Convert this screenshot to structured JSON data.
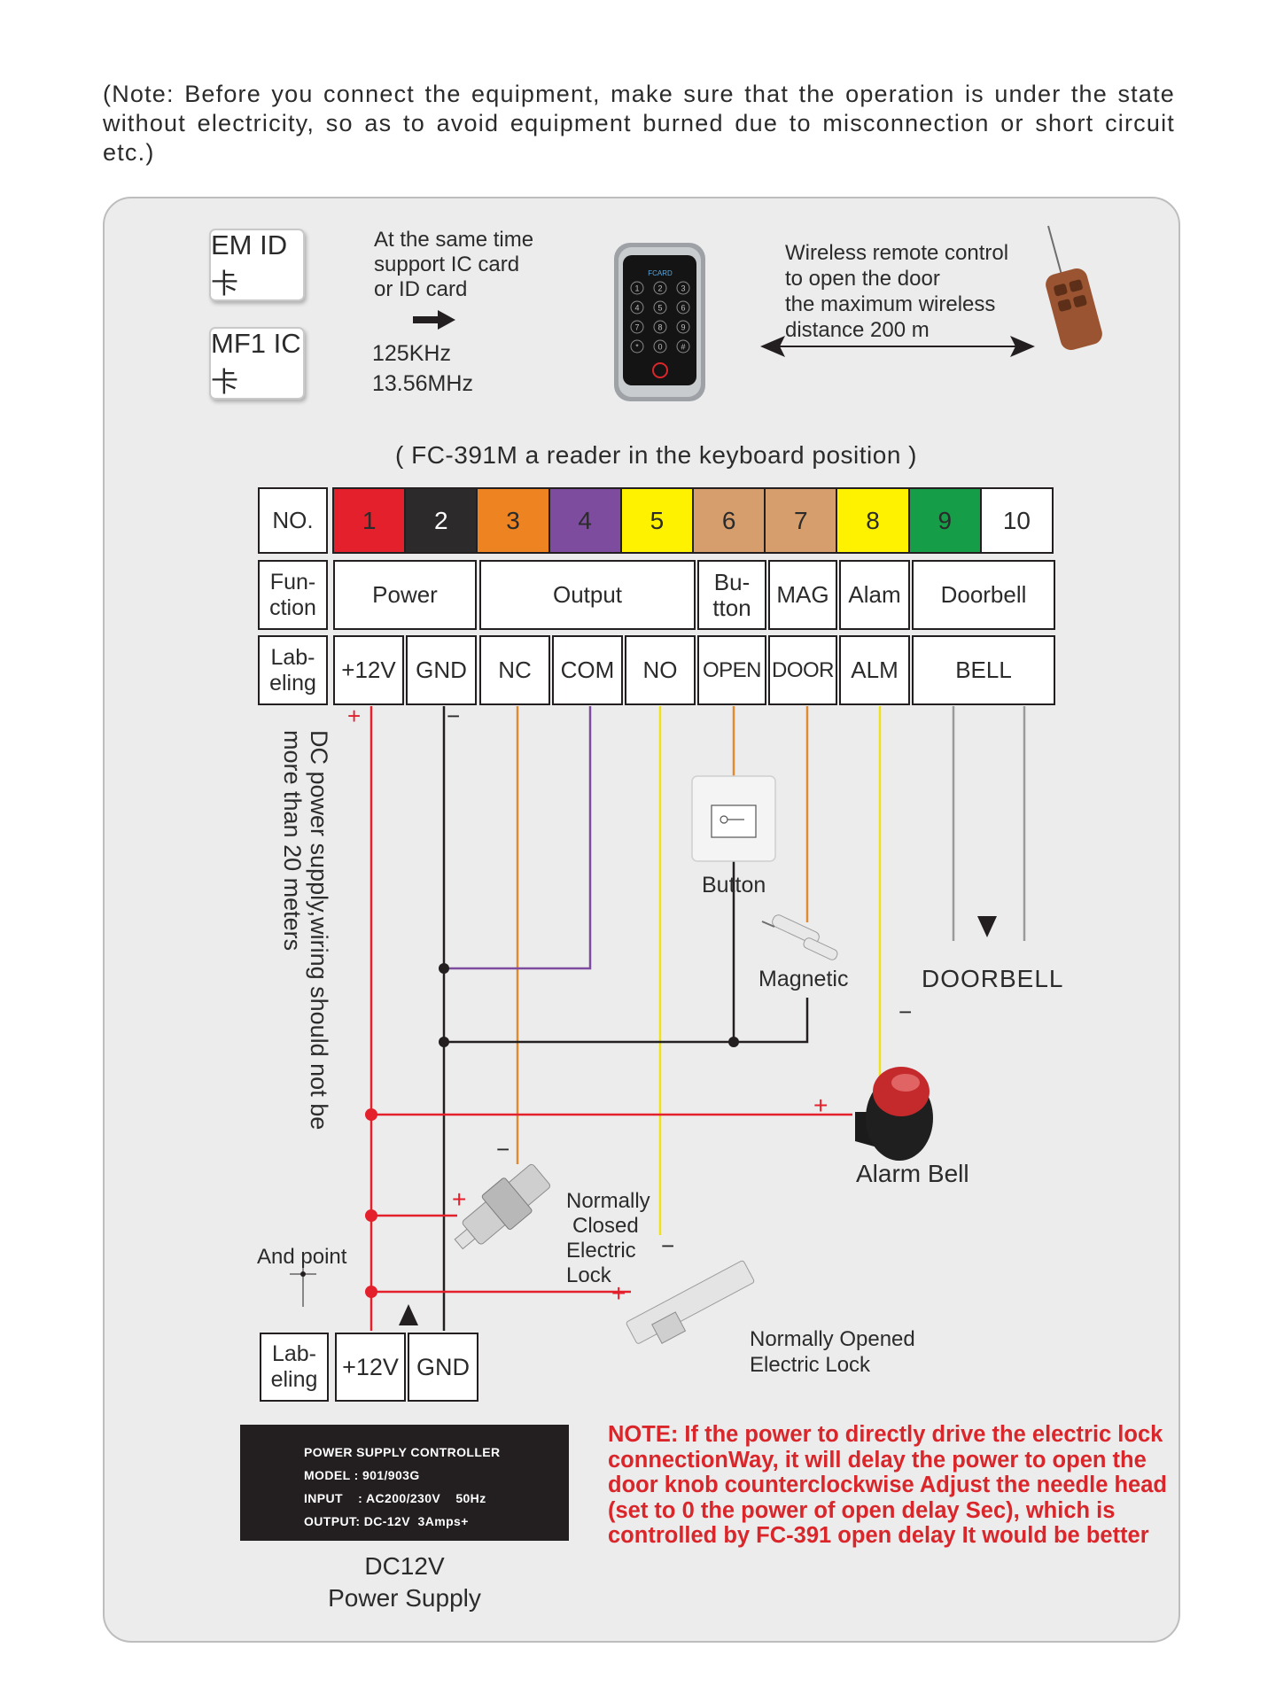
{
  "note_top": "(Note: Before you connect the equipment, make sure that the operation is under the state without electricity, so as to avoid equipment burned due to misconnection or short circuit etc.)",
  "cards": {
    "em": "EM ID卡",
    "mf1": "MF1 IC卡"
  },
  "support_text": [
    "At the same time",
    "support IC card",
    "or ID card"
  ],
  "frequencies": [
    "125KHz",
    "13.56MHz"
  ],
  "reader": {
    "brand": "FCARD",
    "keys": [
      "1",
      "2",
      "3",
      "4",
      "5",
      "6",
      "7",
      "8",
      "9",
      "*",
      "0",
      "#"
    ]
  },
  "wireless_text": [
    "Wireless remote control",
    "to open the door",
    "the maximum wireless",
    "distance 200 m"
  ],
  "caption": "( FC-391M a reader in the keyboard position )",
  "table": {
    "no_header": "NO.",
    "numbers": [
      "1",
      "2",
      "3",
      "4",
      "5",
      "6",
      "7",
      "8",
      "9",
      "10"
    ],
    "colors": [
      "#e3202b",
      "#2d2a2b",
      "#ee8321",
      "#7d4c9e",
      "#fff200",
      "#d59e6c",
      "#d59e6c",
      "#fff200",
      "#169d48",
      "#ffffff"
    ],
    "function_header": [
      "Fun-",
      "ction"
    ],
    "functions": {
      "power": "Power",
      "output": "Output",
      "button": [
        "Bu-",
        "tton"
      ],
      "mag": "MAG",
      "alam": "Alam",
      "doorbell": "Doorbell"
    },
    "labeling_header": [
      "Lab-",
      "eling"
    ],
    "labels": [
      "+12V",
      "GND",
      "NC",
      "COM",
      "NO",
      "OPEN",
      "DOOR",
      "ALM",
      "BELL"
    ]
  },
  "wire_colors": {
    "red": "#e3202b",
    "black": "#2d2a2b",
    "orange": "#e08a34",
    "purple": "#7d4c9e",
    "yellow": "#f0e21a",
    "tan": "#d59e6c",
    "gray": "#9a9a9a"
  },
  "dc_note": [
    "DC power supply,wiring should not be",
    "more than 20 meters"
  ],
  "components": {
    "button": "Button",
    "magnetic": "Magnetic",
    "doorbell": "DOORBELL",
    "alarm_bell": "Alarm Bell",
    "nc_lock": [
      "Normally",
      "Closed",
      "Electric",
      "Lock"
    ],
    "no_lock": [
      "Normally Opened",
      "Electric Lock"
    ],
    "and_point": "And point"
  },
  "signs": {
    "plus": "+",
    "minus": "−",
    "dash": "−"
  },
  "bottom_table": {
    "header": [
      "Lab-",
      "eling"
    ],
    "labels": [
      "+12V",
      "GND"
    ]
  },
  "psu_plate": [
    "POWER SUPPLY CONTROLLER",
    "MODEL : 901/903G",
    "INPUT    : AC200/230V    50Hz",
    "OUTPUT: DC-12V  3Amps+"
  ],
  "psu_caption": [
    "DC12V",
    "Power Supply"
  ],
  "red_note": "NOTE: If the power to directly drive the electric lock connectionWay, it will delay the power to open the door knob counterclockwise Adjust the needle head (set to 0 the power of open delay Sec), which is controlled by FC-391 open delay It would be better"
}
